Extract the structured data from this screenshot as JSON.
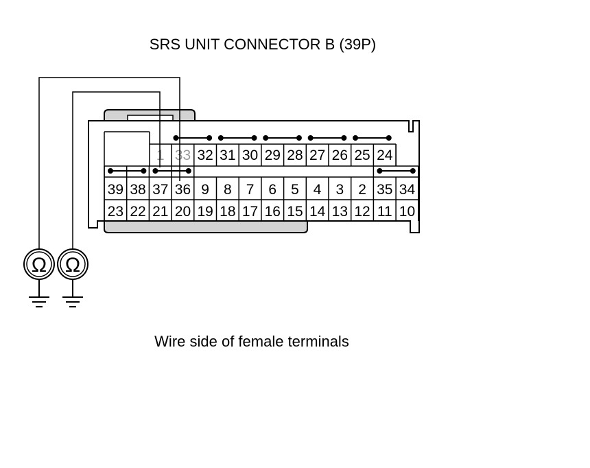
{
  "title": "SRS UNIT CONNECTOR B (39P)",
  "caption": "Wire side of female terminals",
  "meters": [
    {
      "symbol": "Ω",
      "icon": "ohmmeter-icon"
    },
    {
      "symbol": "Ω",
      "icon": "ohmmeter-icon"
    }
  ],
  "connector": {
    "row1": [
      "1",
      "33",
      "32",
      "31",
      "30",
      "29",
      "28",
      "27",
      "26",
      "25",
      "24"
    ],
    "row2": [
      "39",
      "38",
      "37",
      "36",
      "9",
      "8",
      "7",
      "6",
      "5",
      "4",
      "3",
      "2",
      "35",
      "34"
    ],
    "row3": [
      "23",
      "22",
      "21",
      "20",
      "19",
      "18",
      "17",
      "16",
      "15",
      "14",
      "13",
      "12",
      "11",
      "10"
    ],
    "dimmed_pins": [
      "1",
      "33"
    ]
  },
  "colors": {
    "line": "#000000",
    "shade": "#d3d3d3",
    "dim_text": "#9a9a9a"
  }
}
